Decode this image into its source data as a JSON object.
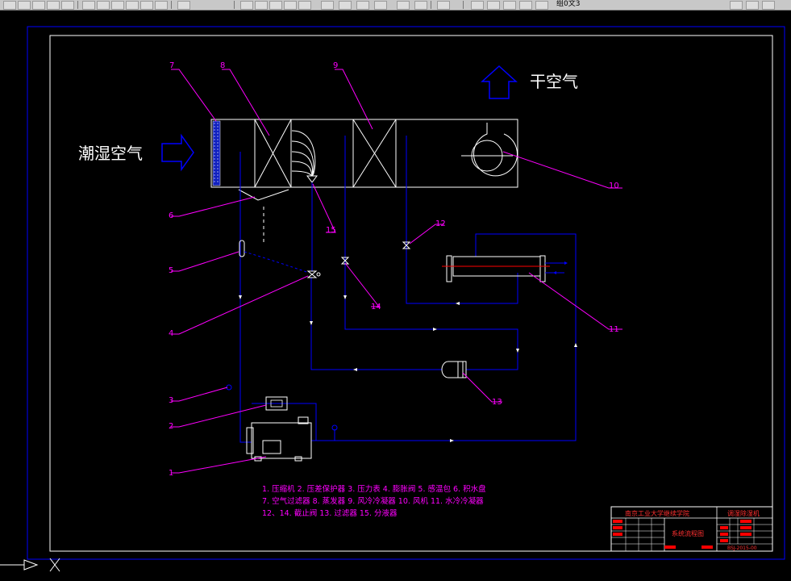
{
  "toolbar": {
    "layer_text": "组0文3"
  },
  "labels": {
    "dry_air": "干空气",
    "wet_air": "潮湿空气"
  },
  "callouts": [
    "1",
    "2",
    "3",
    "4",
    "5",
    "6",
    "7",
    "8",
    "9",
    "10",
    "11",
    "12",
    "13",
    "14",
    "15"
  ],
  "legend": {
    "line1": "1. 压缩机   2. 压差保护器   3. 压力表   4. 膨胀阀   5. 感温包   6. 积水盘",
    "line2": "7. 空气过滤器   8. 蒸发器   9. 风冷冷凝器   10. 风机   11. 水冷冷凝器",
    "line3": "12、14. 截止阀   13. 过滤器   15. 分液器"
  },
  "title_block": {
    "school": "南京工业大学继续学院",
    "product": "调湿除湿机",
    "drawing_name": "系统流程图",
    "drawing_no": "BSJ-2015-00"
  },
  "colors": {
    "background": "#000000",
    "pipe": "#0000ff",
    "frame": "#0000ff",
    "equipment": "#ffffff",
    "leader": "#ff00ff"
  }
}
